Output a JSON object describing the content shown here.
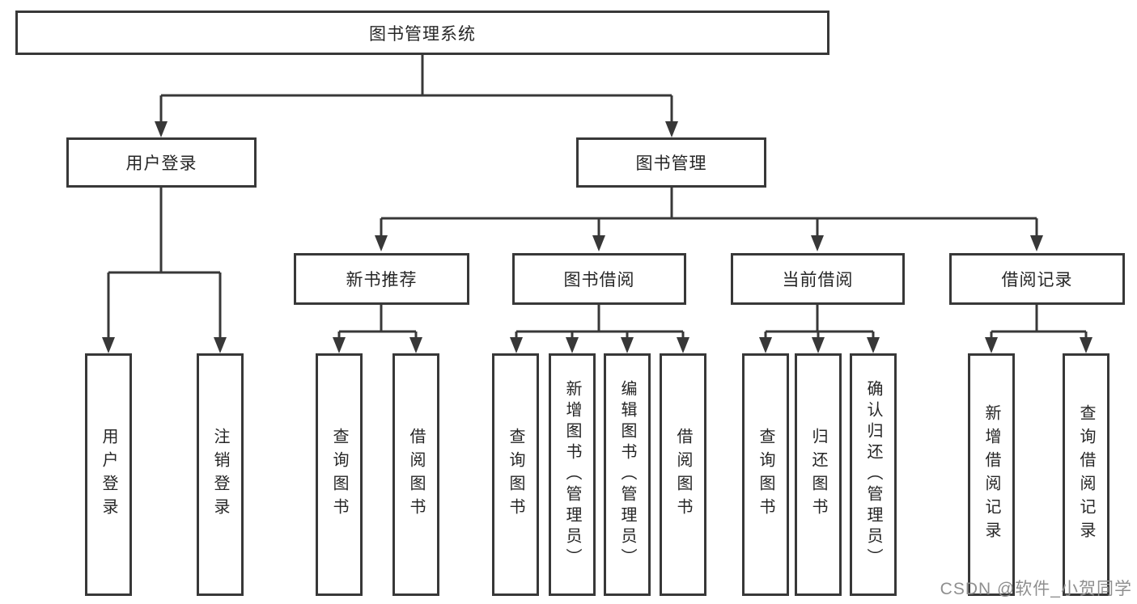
{
  "title": "图书管理系统",
  "watermark": {
    "text": "CSDN @软件_小贺同学"
  },
  "colors": {
    "line": "#383838",
    "box_border": "#383838",
    "text": "#262626",
    "watermark_gray": "#8f8f8f",
    "background": "#ffffff"
  },
  "nodes": {
    "root": {
      "label": "图书管理系统"
    },
    "user_login": {
      "label": "用户登录",
      "children": [
        "用户登录",
        "注销登录"
      ]
    },
    "book_management": {
      "label": "图书管理"
    },
    "new_book_recommend": {
      "label": "新书推荐",
      "children": [
        "查询图书",
        "借阅图书"
      ]
    },
    "book_borrow": {
      "label": "图书借阅",
      "children": [
        "查询图书",
        "新增图书（管理员）",
        "编辑图书（管理员）",
        "借阅图书"
      ]
    },
    "current_borrow": {
      "label": "当前借阅",
      "children": [
        "查询图书",
        "归还图书",
        "确认归还（管理员）"
      ]
    },
    "borrow_record": {
      "label": "借阅记录",
      "children": [
        "新增借阅记录",
        "查询借阅记录"
      ]
    }
  }
}
